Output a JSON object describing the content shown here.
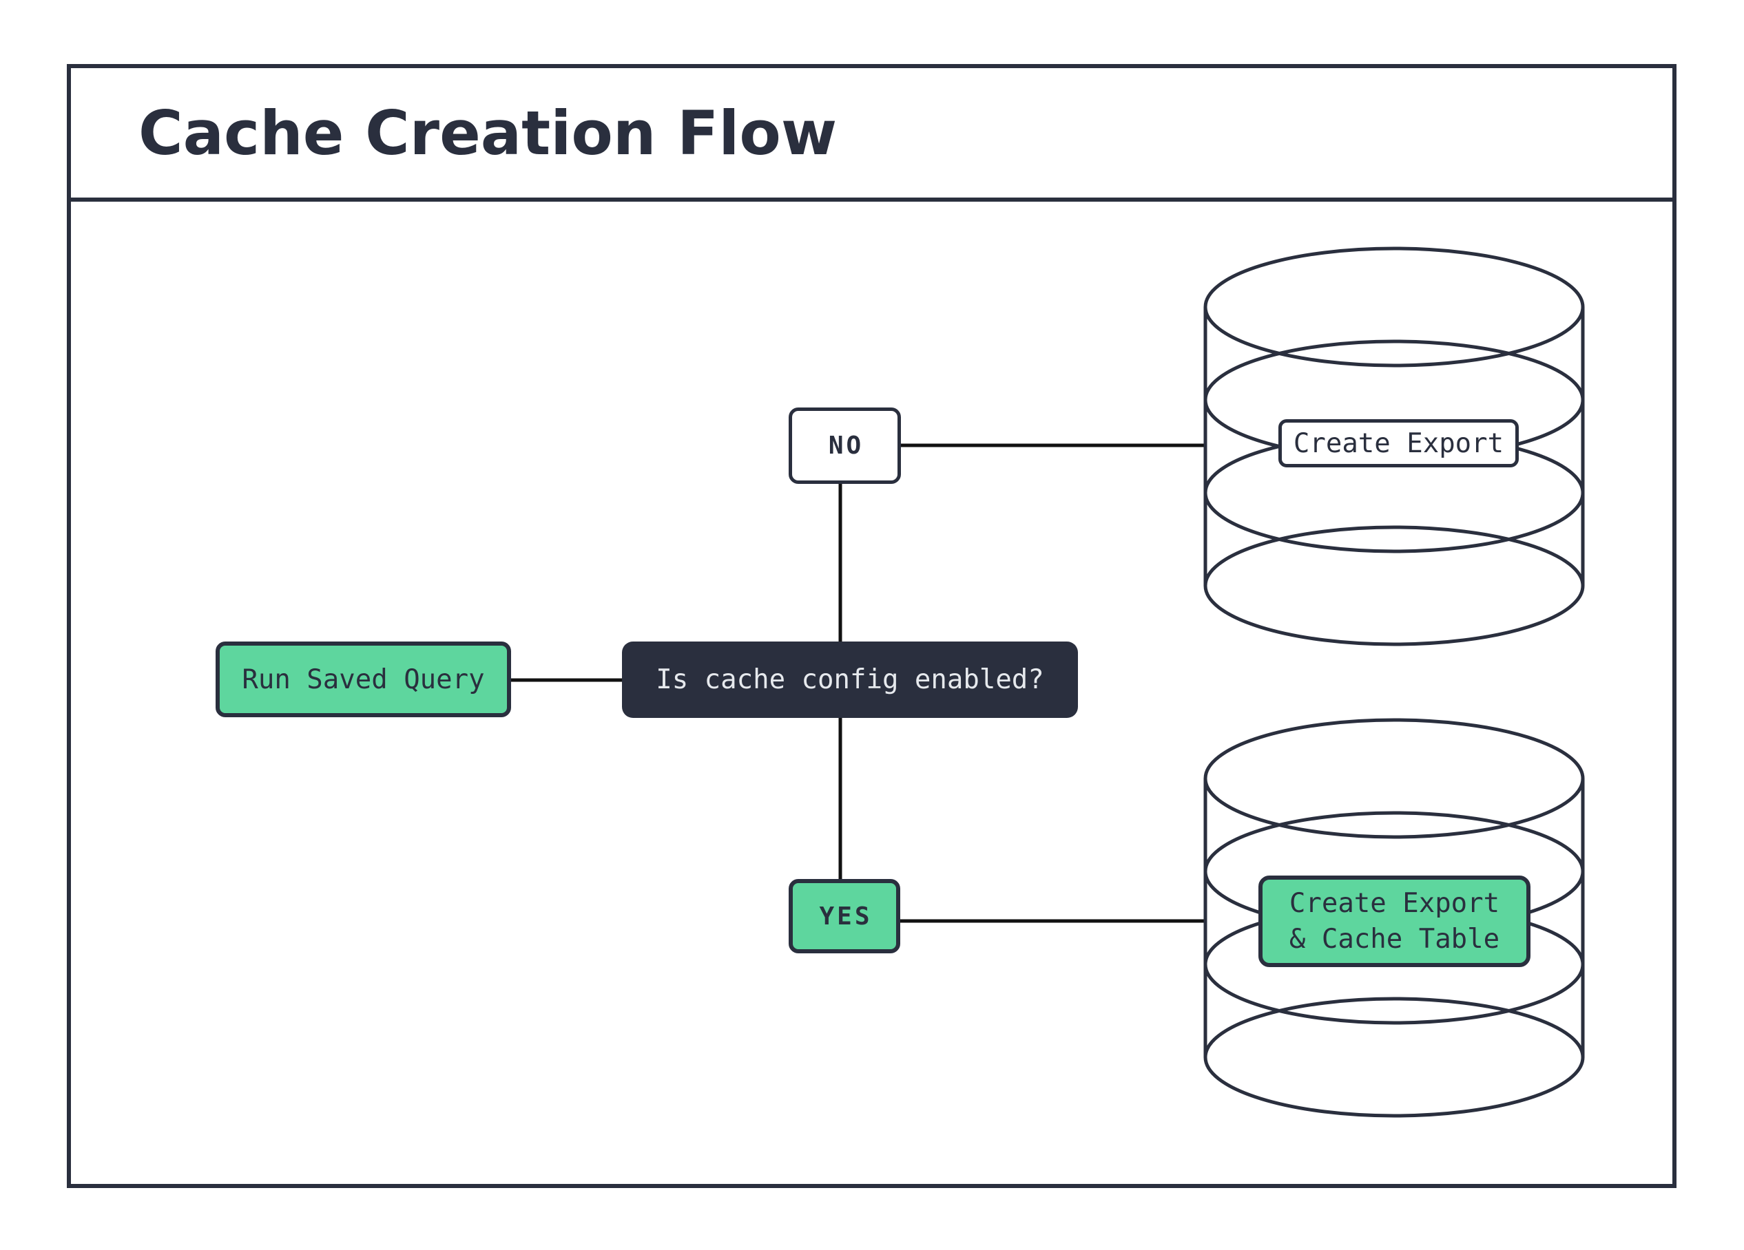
{
  "title": "Cache Creation Flow",
  "colors": {
    "navy": "#2a2f3e",
    "green": "#5ed69e",
    "connector": "#111111",
    "background": "#ffffff",
    "decision_text": "#e6e9ed"
  },
  "nodes": {
    "start": {
      "label": "Run Saved Query"
    },
    "decision": {
      "label": "Is cache config enabled?"
    },
    "no_branch": {
      "label": "NO"
    },
    "yes_branch": {
      "label": "YES"
    },
    "no_result": {
      "label": "Create Export"
    },
    "yes_result": {
      "line1": "Create Export",
      "line2": "& Cache Table"
    }
  },
  "edges": [
    {
      "from": "start",
      "to": "decision"
    },
    {
      "from": "decision",
      "to": "no_branch"
    },
    {
      "from": "decision",
      "to": "yes_branch"
    },
    {
      "from": "no_branch",
      "to": "no_result_database"
    },
    {
      "from": "yes_branch",
      "to": "yes_result_database"
    }
  ]
}
